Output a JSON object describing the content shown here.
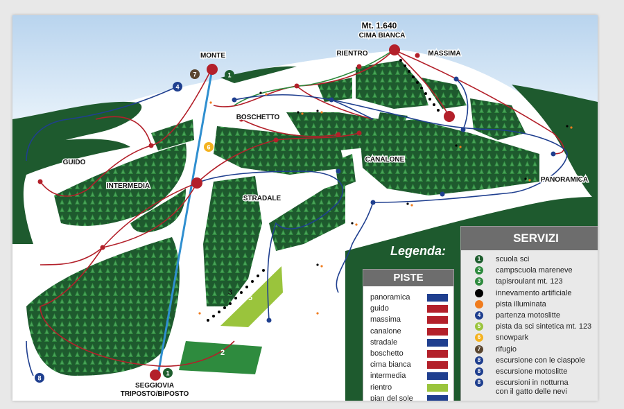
{
  "summit": {
    "altitude": "Mt. 1.640",
    "name": "CIMA BIANCA"
  },
  "labels": {
    "monte": "MONTE",
    "rientro": "RIENTRO",
    "massima": "MASSIMA",
    "boschetto": "BOSCHETTO",
    "guido": "GUIDO",
    "intermedia": "INTERMEDIA",
    "canalone": "CANALONE",
    "stradale": "STRADALE",
    "panoramica": "PANORAMICA",
    "seggiovia_line1": "SEGGIOVIA",
    "seggiovia_line2": "TRIPOSTO/BIPOSTO"
  },
  "map_markers": {
    "one_top": "1",
    "seven": "7",
    "four": "4",
    "six": "6",
    "eight": "8",
    "one_bottom": "1",
    "three": "3",
    "five": "5",
    "two": "2"
  },
  "legend_title": "Legenda:",
  "piste": {
    "title": "PISTE",
    "items": [
      {
        "name": "panoramica",
        "color": "#1f3f8f"
      },
      {
        "name": "guido",
        "color": "#b3202a"
      },
      {
        "name": "massima",
        "color": "#b3202a"
      },
      {
        "name": "canalone",
        "color": "#b3202a"
      },
      {
        "name": "stradale",
        "color": "#1f3f8f"
      },
      {
        "name": "boschetto",
        "color": "#b3202a"
      },
      {
        "name": "cima bianca",
        "color": "#b3202a"
      },
      {
        "name": "intermedia",
        "color": "#1f3f8f"
      },
      {
        "name": "rientro",
        "color": "#9ac43c"
      },
      {
        "name": "pian del sole",
        "color": "#1f3f8f"
      }
    ]
  },
  "servizi": {
    "title": "SERVIZI",
    "items": [
      {
        "num": "1",
        "color": "#1e5e2e",
        "text": "scuola sci"
      },
      {
        "num": "2",
        "color": "#2e8b3e",
        "text": "campscuola  mareneve"
      },
      {
        "num": "3",
        "color": "#2e8b3e",
        "text": "tapisroulant mt. 123"
      },
      {
        "num": "",
        "color": "#000000",
        "text": "innevamento artificiale"
      },
      {
        "num": "",
        "color": "#f07c1e",
        "text": "pista illuminata"
      },
      {
        "num": "4",
        "color": "#1f3f8f",
        "text": "partenza motoslitte"
      },
      {
        "num": "5",
        "color": "#9ac43c",
        "text": "pista da sci sintetica mt. 123"
      },
      {
        "num": "6",
        "color": "#f4b21f",
        "text": "snowpark"
      },
      {
        "num": "7",
        "color": "#5a4630",
        "text": "rifugio"
      },
      {
        "num": "8",
        "color": "#1f3f8f",
        "text": "escursione con le ciaspole"
      },
      {
        "num": "8",
        "color": "#1f3f8f",
        "text": "escursione motoslitte"
      },
      {
        "num": "8",
        "color": "#1f3f8f",
        "text": "escursioni in notturna"
      }
    ],
    "last_line": "con il gatto delle nevi"
  },
  "colors": {
    "forest": "#1e5a2e",
    "red_run": "#b3202a",
    "blue_run": "#1f3f8f",
    "lift": "#2f8fd0",
    "green_run": "#2e8b3e",
    "sky": "#cfe3f4"
  }
}
